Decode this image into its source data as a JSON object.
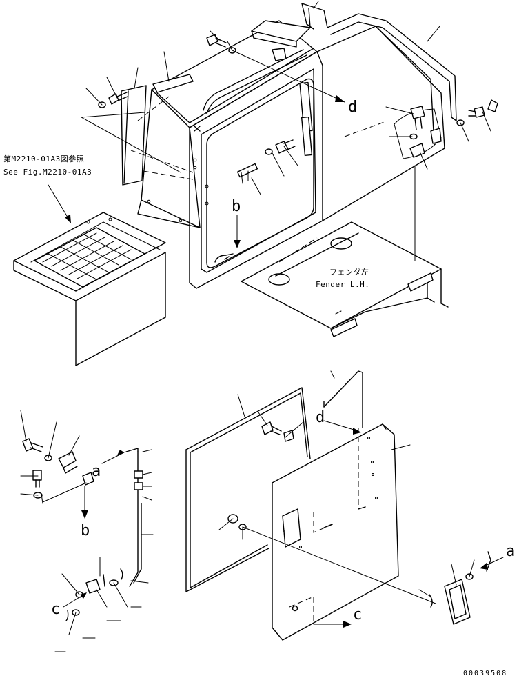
{
  "references": {
    "figure_ref_jp": "第M2210-01A3図参照",
    "figure_ref_en": "See Fig.M2210-01A3",
    "fender_jp": "フェンダ左",
    "fender_en": "Fender L.H."
  },
  "connection_letters": {
    "a_upper_right": "a",
    "a_left": "a",
    "b_upper": "b",
    "b_left": "b",
    "c_left": "c",
    "c_bottom": "c",
    "d_upper": "d",
    "d_lower": "d"
  },
  "drawing_number": "00039508"
}
